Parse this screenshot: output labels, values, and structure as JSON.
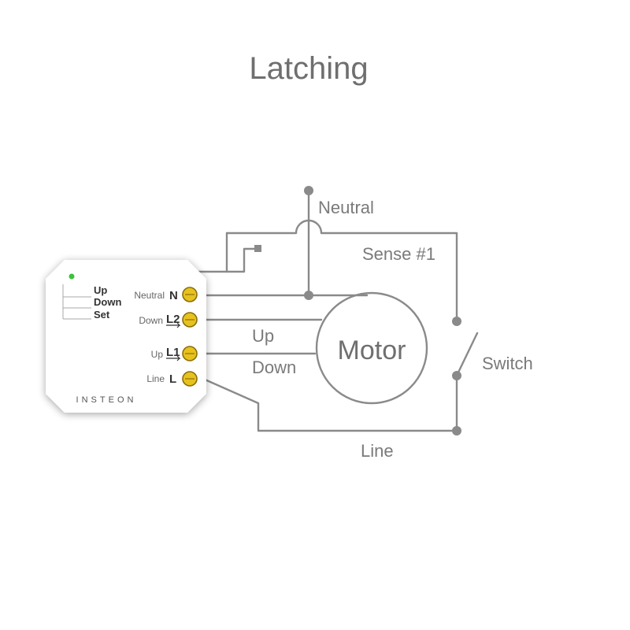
{
  "title": "Latching",
  "labels": {
    "neutral": "Neutral",
    "sense": "Sense #1",
    "up": "Up",
    "down": "Down",
    "motor": "Motor",
    "switch": "Switch",
    "line": "Line"
  },
  "module": {
    "buttons": [
      "Up",
      "Down",
      "Set"
    ],
    "terminals": [
      {
        "name": "Neutral",
        "code": "N"
      },
      {
        "name": "Down",
        "code": "L2"
      },
      {
        "name": "Up",
        "code": "L1"
      },
      {
        "name": "Line",
        "code": "L"
      }
    ],
    "brand": "INSTEON"
  },
  "colors": {
    "wire": "#8a8a8a",
    "terminal": "#e7c21e",
    "led": "#3cc23c"
  }
}
